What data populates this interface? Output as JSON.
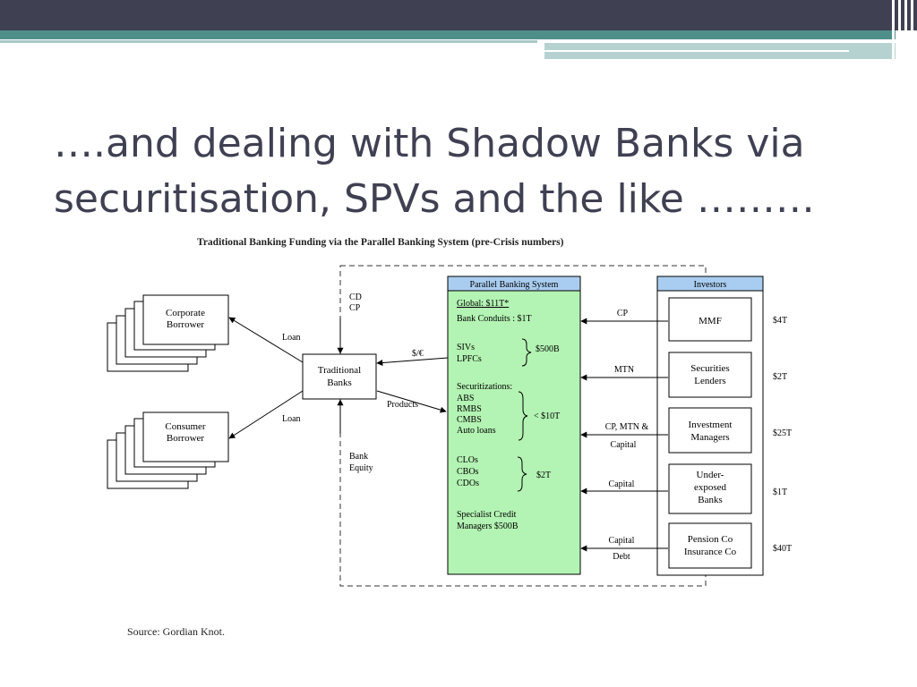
{
  "slide": {
    "title_line1": "….and dealing with Shadow Banks via",
    "title_line2": "securitisation, SPVs and the like ………"
  },
  "diagram": {
    "heading": "Traditional Banking Funding via the Parallel Banking System (pre-Crisis numbers)",
    "source": "Source: Gordian Knot.",
    "left": {
      "corporate_l1": "Corporate",
      "corporate_l2": "Borrower",
      "consumer_l1": "Consumer",
      "consumer_l2": "Borrower",
      "loan_top": "Loan",
      "loan_bottom": "Loan",
      "bank_l1": "Traditional",
      "bank_l2": "Banks",
      "cd": "CD",
      "cp": "CP",
      "bank_equity_l1": "Bank",
      "bank_equity_l2": "Equity",
      "fx": "$/€",
      "products": "Products"
    },
    "pbs": {
      "header": "Parallel Banking System",
      "global": "Global: $11T*",
      "bank_conduits": "Bank  Conduits : $1T",
      "sivs": "SIVs",
      "lpfcs": "LPFCs",
      "sivs_value": "$500B",
      "securitizations": "Securitizations:",
      "abs": "ABS",
      "rmbs": "RMBS",
      "cmbs": "CMBS",
      "auto": "Auto loans",
      "sec_value": "< $10T",
      "clos": "CLOs",
      "cbos": "CBOs",
      "cdos": "CDOs",
      "clo_value": "$2T",
      "specialist_l1": "Specialist Credit",
      "specialist_l2": "Managers  $500B"
    },
    "flows": {
      "cp": "CP",
      "mtn": "MTN",
      "cp_mtn": "CP, MTN &",
      "capital1": "Capital",
      "capital2": "Capital",
      "capital3": "Capital",
      "debt": "Debt"
    },
    "investors": {
      "header": "Investors",
      "mmf": "MMF",
      "sec_l1": "Securities",
      "sec_l2": "Lenders",
      "inv_l1": "Investment",
      "inv_l2": "Managers",
      "under_l1": "Under-",
      "under_l2": "exposed",
      "under_l3": "Banks",
      "pension_l1": "Pension Co",
      "pension_l2": "Insurance Co"
    },
    "amounts": {
      "mmf": "$4T",
      "sec": "$2T",
      "inv": "$25T",
      "under": "$1T",
      "pension": "$40T"
    }
  }
}
